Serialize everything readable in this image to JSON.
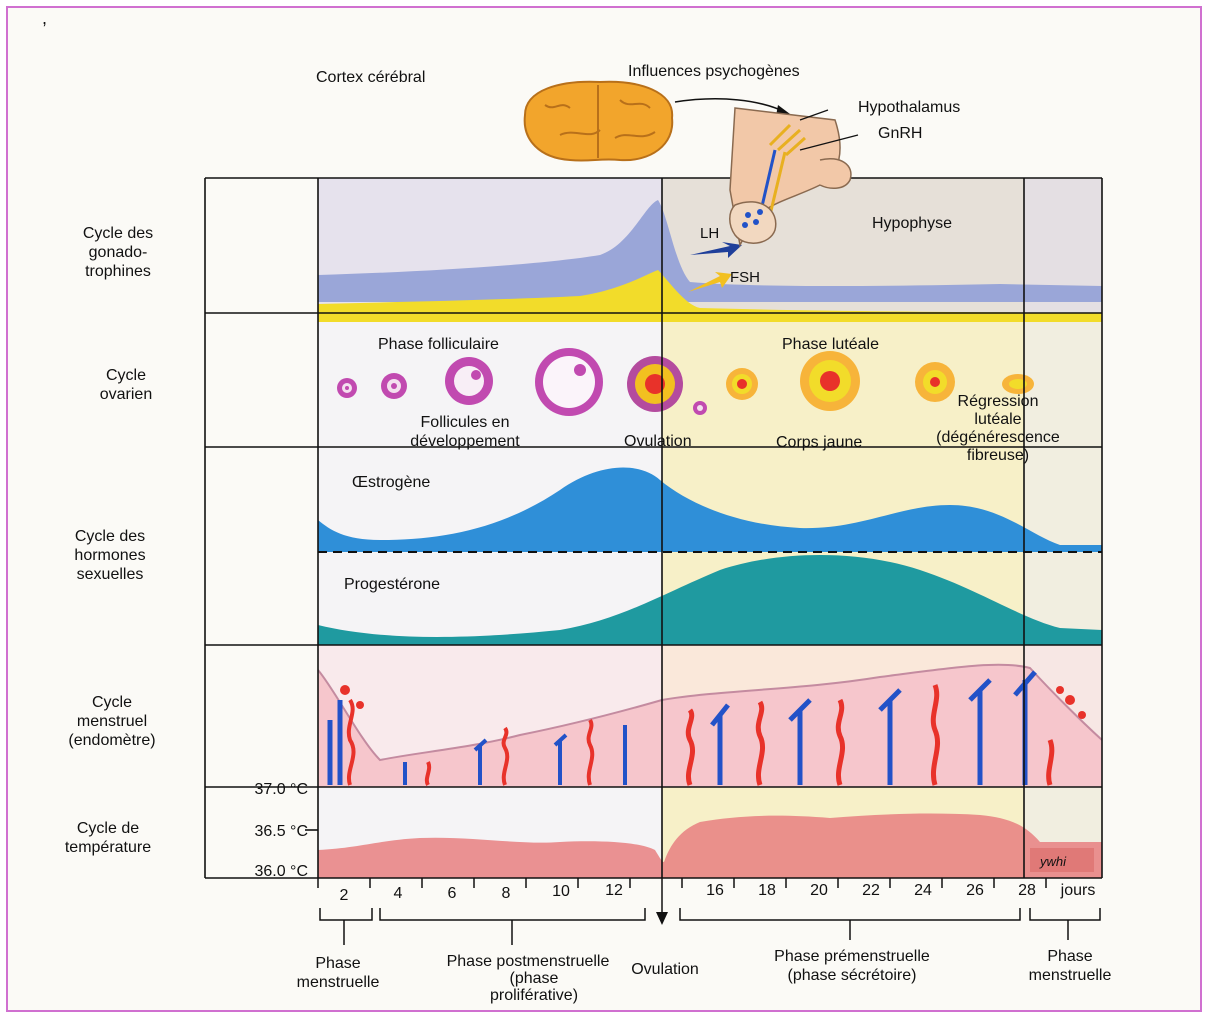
{
  "brain": {
    "cortex_label": "Cortex cérébral",
    "psycho_label": "Influences psychogènes",
    "hypothalamus_label": "Hypothalamus",
    "gnrh_label": "GnRH",
    "hypophyse_label": "Hypophyse",
    "lh_label": "LH",
    "fsh_label": "FSH"
  },
  "rows": {
    "gonadotrophins": [
      "Cycle des",
      "gonado-",
      "trophines"
    ],
    "ovarian": [
      "Cycle",
      "ovarien"
    ],
    "sex_hormones": [
      "Cycle des",
      "hormones",
      "sexuelles"
    ],
    "menstrual": [
      "Cycle",
      "menstruel",
      "(endomètre)"
    ],
    "temperature": [
      "Cycle de",
      "température"
    ]
  },
  "ovary": {
    "phase_follicular": "Phase folliculaire",
    "phase_luteal": "Phase lutéale",
    "follicles": [
      "Follicules en",
      "développement"
    ],
    "ovulation": "Ovulation",
    "corpus_luteum": "Corps jaune",
    "regression": [
      "Régression",
      "lutéale",
      "(dégénérescence",
      "fibreuse)"
    ]
  },
  "hormones": {
    "estrogen": "Œstrogène",
    "progesterone": "Progestérone"
  },
  "temperature_axis": {
    "ticks": [
      "37.0 °C",
      "36.5 °C",
      "36.0 °C"
    ]
  },
  "day_axis": {
    "ticks": [
      "2",
      "4",
      "6",
      "8",
      "10",
      "12",
      "16",
      "18",
      "20",
      "22",
      "24",
      "26",
      "28"
    ],
    "unit": "jours"
  },
  "phases": {
    "menstrual_1": [
      "Phase",
      "menstruelle"
    ],
    "postmenstrual": [
      "Phase postmenstruelle",
      "(phase",
      "proliférative)"
    ],
    "ovulation": "Ovulation",
    "premenstrual": [
      "Phase prémenstruelle",
      "(phase sécrétoire)"
    ],
    "menstrual_2": [
      "Phase",
      "menstruelle"
    ]
  },
  "signature": "ywhi",
  "colors": {
    "lh": "#9aa6d8",
    "fsh": "#f2dc2a",
    "estrogen": "#2f8fd8",
    "progesterone": "#1f9aa0",
    "endometrium": "#f6c6cc",
    "temperature": "#e87f80",
    "luteal_bg": "#f7f0c8",
    "vessel_red": "#e8322a",
    "vessel_blue": "#2252c8"
  }
}
